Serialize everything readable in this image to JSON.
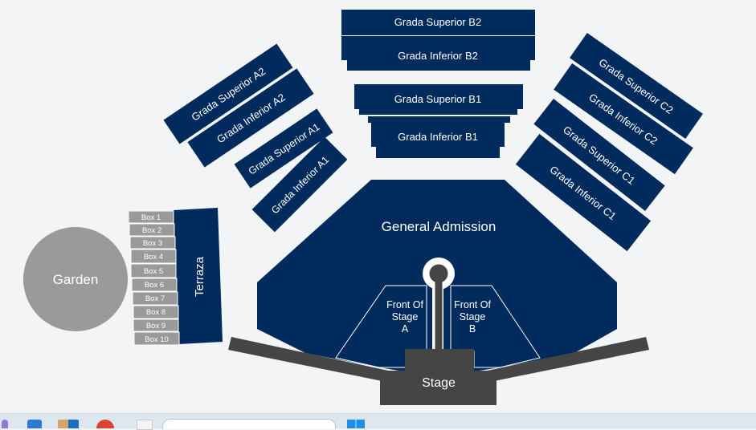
{
  "colors": {
    "section": "#002b5c",
    "box": "#9a9a9a",
    "stage": "#454545",
    "background": "#f2f4f6"
  },
  "sections": {
    "grada_superior_b2": "Grada Superior B2",
    "grada_inferior_b2": "Grada Inferior B2",
    "grada_superior_b1": "Grada Superior B1",
    "grada_inferior_b1": "Grada Inferior B1",
    "grada_superior_a2": "Grada Superior A2",
    "grada_inferior_a2": "Grada Inferior A2",
    "grada_superior_a1": "Grada Superior A1",
    "grada_inferior_a1": "Grada Inferior A1",
    "grada_superior_c2": "Grada Superior C2",
    "grada_inferior_c2": "Grada Inferior C2",
    "grada_superior_c1": "Grada Superior C1",
    "grada_inferior_c1": "Grada Inferior C1",
    "general_admission": "General Admission",
    "front_stage_a": [
      "Front Of",
      "Stage",
      "A"
    ],
    "front_stage_b": [
      "Front Of",
      "Stage",
      "B"
    ],
    "stage": "Stage",
    "garden": "Garden",
    "terraza": "Terraza"
  },
  "boxes": [
    "Box 1",
    "Box 2",
    "Box 3",
    "Box 4",
    "Box 5",
    "Box 6",
    "Box 7",
    "Box 8",
    "Box 9",
    "Box 10"
  ],
  "taskbar": {
    "icons": [
      "widgets-icon",
      "azure-icon",
      "outlook-icon",
      "chrome-icon",
      "file-icon",
      "search-box",
      "windows-icon"
    ]
  }
}
